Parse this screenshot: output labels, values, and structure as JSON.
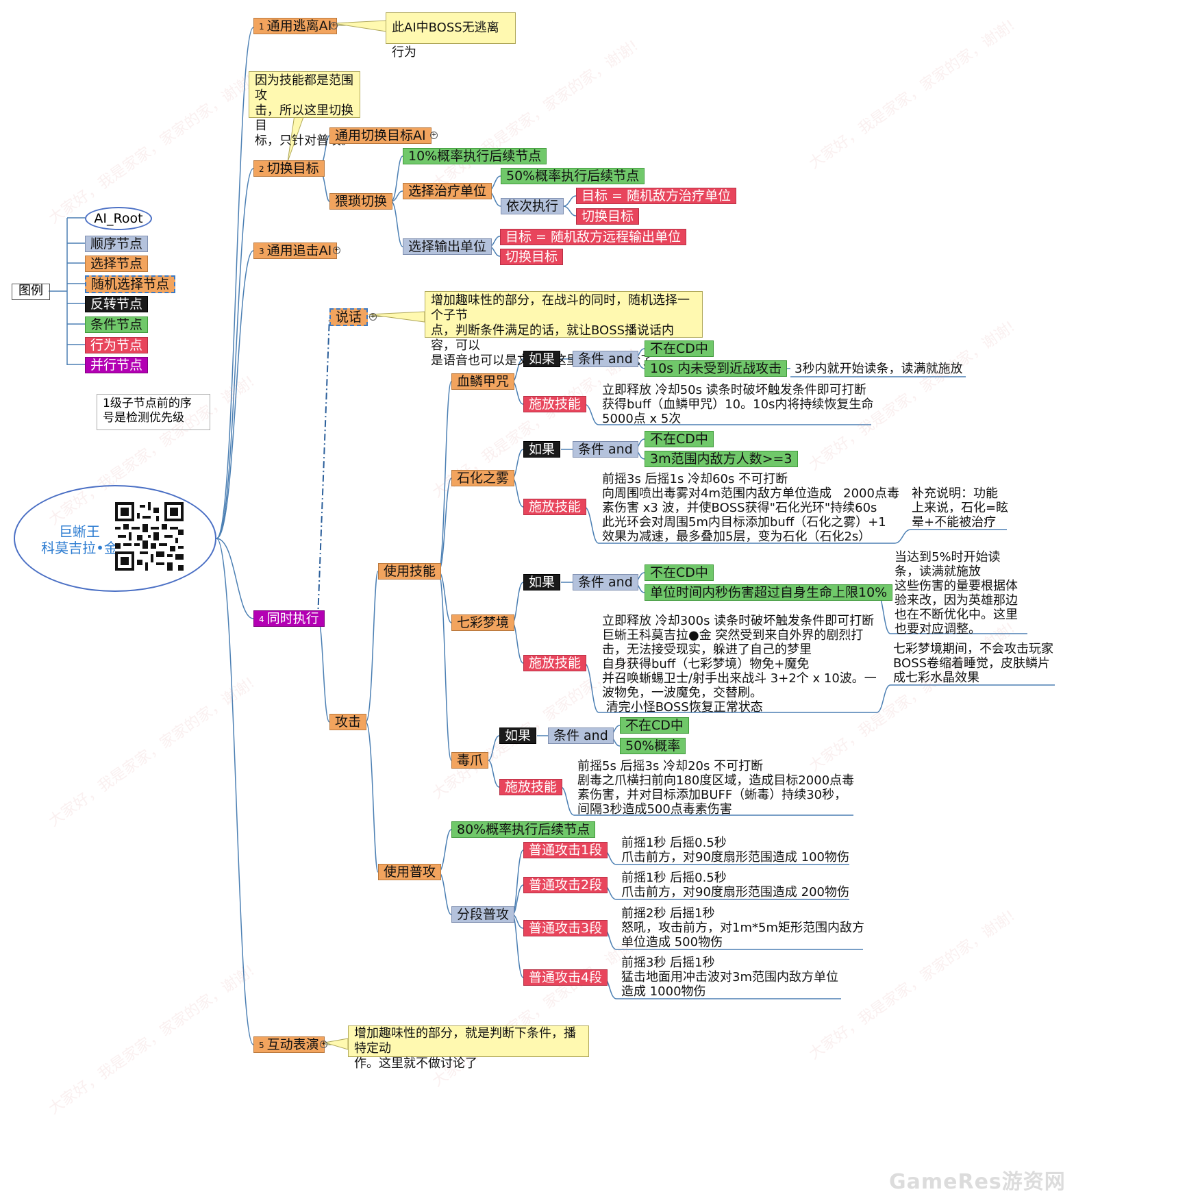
{
  "root": {
    "title_line1": "巨蜥王",
    "title_line2": "科莫吉拉•金"
  },
  "legend": {
    "label": "图例",
    "root": "AI_Root",
    "seq": "顺序节点",
    "sel": "选择节点",
    "rnd": "随机选择节点",
    "inv": "反转节点",
    "cond": "条件节点",
    "act": "行为节点",
    "par": "并行节点"
  },
  "priority_note": {
    "line1": "1级子节点前的序",
    "line2": "号是检测优先级"
  },
  "b1": {
    "idx": "1",
    "label": "通用逃离AI",
    "note": "此AI中BOSS无逃离行为"
  },
  "b2": {
    "idx": "2",
    "label": "切换目标",
    "note": {
      "line1": "因为技能都是范围攻",
      "line2": "击，所以这里切换目",
      "line3": "标，只针对普攻。"
    },
    "generic": "通用切换目标AI",
    "cunning": "猥琐切换",
    "prob10": "10%概率执行后续节点",
    "heal_sel": "选择治疗单位",
    "prob50": "50%概率执行后续节点",
    "seq_exec": "依次执行",
    "target_heal": "目标 = 随机敌方治疗单位",
    "switch1": "切换目标",
    "dps_sel": "选择输出单位",
    "target_ranged": "目标 = 随机敌方远程输出单位",
    "switch2": "切换目标"
  },
  "b3": {
    "idx": "3",
    "label": "通用追击AI"
  },
  "b4": {
    "idx": "4",
    "label": "同时执行",
    "talk": "说话",
    "talk_note": {
      "line1": "增加趣味性的部分，在战斗的同时，随机选择一个子节",
      "line2": "点，判断条件满足的话，就让BOSS播说话内容，可以",
      "line3": "是语音也可以是文字。这里就不做讨论了"
    },
    "attack": "攻击",
    "use_skill": "使用技能",
    "use_normal": "使用普攻",
    "if": "如果",
    "cond_and": "条件 and",
    "cast": "施放技能",
    "not_cd": "不在CD中",
    "s1": {
      "name": "血鳞甲咒",
      "cond2": "10s 内未受到近战攻击",
      "cond2_note": "3秒内就开始读条，读满就施放",
      "desc1": "立即释放 冷却50s 读条时破坏触发条件即可打断",
      "desc2": "获得buff（血鳞甲咒）10。10s内将持续恢复生命",
      "desc3": "5000点 x 5次"
    },
    "s2": {
      "name": "石化之雾",
      "cond2": "3m范围内敌方人数>=3",
      "desc1": "前摇3s 后摇1s 冷却60s 不可打断",
      "desc2": "向周围喷出毒雾对4m范围内敌方单位造成   2000点毒",
      "desc3": "素伤害 x3 波，并使BOSS获得\"石化光环\"持续60s",
      "desc4": "此光环会对周围5m内目标添加buff（石化之雾）+1",
      "desc5": "效果为减速，最多叠加5层，变为石化（石化2s）",
      "note1": "补充说明：功能",
      "note2": "上来说，石化=眩",
      "note3": "晕+不能被治疗"
    },
    "s3": {
      "name": "七彩梦境",
      "cond2": "单位时间内秒伤害超过自身生命上限10%",
      "note1": "当达到5%时开始读",
      "note2": "条，读满就施放",
      "note3": "这些伤害的量要根据体",
      "note4": "验来改，因为英雄那边",
      "note5": "也在不断优化中。这里",
      "note6": "也要对应调整。",
      "desc1": "立即释放 冷却300s 读条时破坏触发条件即可打断",
      "desc2": "巨蜥王科莫吉拉●金 突然受到来自外界的剧烈打",
      "desc3": "击，无法接受现实，躲进了自己的梦里",
      "desc4": "自身获得buff（七彩梦境）物免+魔免",
      "desc5": "并召唤蜥蜴卫士/射手出来战斗 3+2个 x 10波。一",
      "desc6": "波物免，一波魔免，交替刷。",
      "desc7": " 清完小怪BOSS恢复正常状态",
      "note_b1": "七彩梦境期间，不会攻击玩家",
      "note_b2": "BOSS卷缩着睡觉，皮肤鳞片",
      "note_b3": "成七彩水晶效果"
    },
    "s4": {
      "name": "毒爪",
      "cond2": "50%概率",
      "desc1": "前摇5s 后摇3s 冷却20s 不可打断",
      "desc2": "剧毒之爪横扫前向180度区域，造成目标2000点毒",
      "desc3": "素伤害，并对目标添加BUFF（蜥毒）持续30秒，",
      "desc4": "间隔3秒造成500点毒素伤害"
    },
    "normal": {
      "prob80": "80%概率执行后续节点",
      "segmented": "分段普攻",
      "a1": "普通攻击1段",
      "a1_d1": "前摇1秒 后摇0.5秒",
      "a1_d2": "爪击前方，对90度扇形范围造成 100物伤",
      "a2": "普通攻击2段",
      "a2_d1": "前摇1秒 后摇0.5秒",
      "a2_d2": "爪击前方，对90度扇形范围造成 200物伤",
      "a3": "普通攻击3段",
      "a3_d1": "前摇2秒 后摇1秒",
      "a3_d2": "怒吼，攻击前方，对1m*5m矩形范围内敌方",
      "a3_d3": "单位造成 500物伤",
      "a4": "普通攻击4段",
      "a4_d1": "前摇3秒 后摇1秒",
      "a4_d2": "猛击地面用冲击波对3m范围内敌方单位",
      "a4_d3": "造成 1000物伤"
    }
  },
  "b5": {
    "idx": "5",
    "label": "互动表演",
    "note": {
      "line1": "增加趣味性的部分，就是判断下条件，播特定动",
      "line2": "作。这里就不做讨论了"
    }
  },
  "watermark": "大家好，我是家家，家家的家，谢谢!",
  "logo": "GameRes游资网"
}
